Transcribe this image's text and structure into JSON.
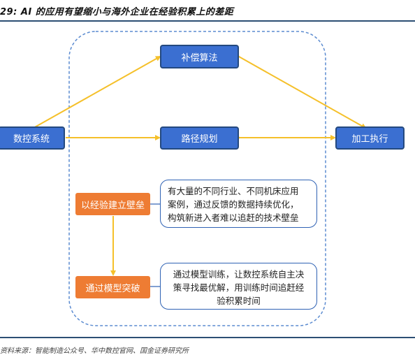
{
  "figure": {
    "title": "29: AI 的应用有望缩小与海外企业在经验积累上的差距",
    "source": "资料来源：智能制造公众号、华中数控官网、国金证券研究所"
  },
  "nodes": {
    "compensation": "补偿算法",
    "cnc_system": "数控系统",
    "path_planning": "路径规划",
    "machining": "加工执行",
    "experience_barrier": "以经验建立壁垒",
    "model_breakthrough": "通过模型突破"
  },
  "notes": {
    "experience_lines": [
      "有大量的不同行业、不同机床应用",
      "案例，通过反馈的数据持续优化，",
      "构筑新进入者难以追赶的技术壁垒"
    ],
    "model_lines": [
      "通过模型训练，让数控系统自主决",
      "策寻找最优解，用训练时间追赶经",
      "验积累时间"
    ]
  },
  "colors": {
    "node_blue": "#3b6fd1",
    "node_border": "#24497f",
    "node_orange": "#ee7c33",
    "arrow_yellow": "#f5c02a",
    "dashed_outline": "#5b8bd0",
    "rule": "#2c4f74"
  }
}
